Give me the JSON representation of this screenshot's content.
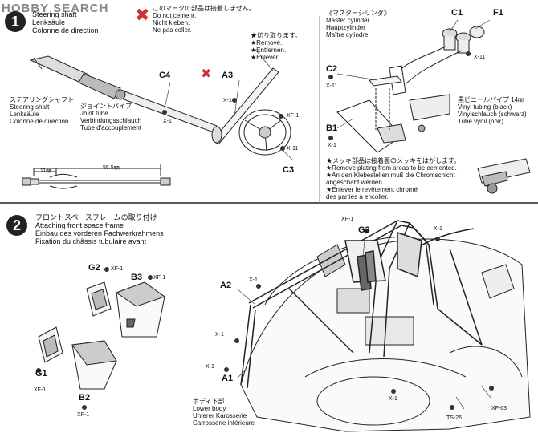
{
  "watermark": "HOBBY SEARCH",
  "step1": {
    "number": "1",
    "steering_title": [
      "Steering shaft",
      "Lenksäule",
      "Colonne de direction"
    ],
    "no_cement": [
      "このマークの部品は接着しません。",
      "Do not cement.",
      "Nicht kleben.",
      "Ne pas coller."
    ],
    "cut_off": [
      "★切り取ります。",
      "★Remove.",
      "★Entfernen.",
      "★Enlever."
    ],
    "parts": {
      "a3": "A3",
      "c4": "C4",
      "c3": "C3",
      "c1": "C1",
      "f1": "F1",
      "c2": "C2",
      "b1": "B1"
    },
    "codes": {
      "x1": "X-1",
      "xf1": "XF-1",
      "x11": "X-11"
    },
    "shaft_label": [
      "ステアリングシャフト",
      "Steering shaft",
      "Lenksäule",
      "Colonne de direction"
    ],
    "joint_label": [
      "ジョイントパイプ",
      "Joint tube",
      "Verbindungsschlauch",
      "Tube d'accouplement"
    ],
    "dim_11": "11",
    "dim_55": "55.5",
    "mm": "㎜",
    "master_title": [
      "《マスターシリンダ》",
      "Master cylinder",
      "Hauptzylinder",
      "Maître cylindre"
    ],
    "vinyl_label": [
      "黒ビニールパイプ 14㎜",
      "Vinyl tubing (black)",
      "Vinylschlauch (schwarz)",
      "Tube vynil (noir)"
    ],
    "plating_note": [
      "★メッキ部品は接着面のメッキをはがします。",
      "★Remove plating from areas to be cemented.",
      "★An den Klebestellen muß die Chromschicht",
      "abgeschabt werden.",
      "★Enlever le revêtement chromé",
      "des parties à encoller."
    ]
  },
  "step2": {
    "number": "2",
    "title": [
      "フロントスペースフレームの取り付け",
      "Attaching front space frame",
      "Einbau des vorderen Fachwerkrahmens",
      "Fixation du châssis tubulaire avant"
    ],
    "parts": {
      "g2": "G2",
      "b3": "B3",
      "g1": "G1",
      "b2": "B2",
      "g3": "G3",
      "a2": "A2",
      "a1": "A1"
    },
    "codes": {
      "xf1": "XF-1",
      "x1": "X-1",
      "ts26": "TS-26",
      "xf63": "XF-63"
    },
    "body_label": [
      "ボディ下部",
      "Lower body",
      "Unterer Karosserie",
      "Carrosserie inférieure"
    ]
  }
}
